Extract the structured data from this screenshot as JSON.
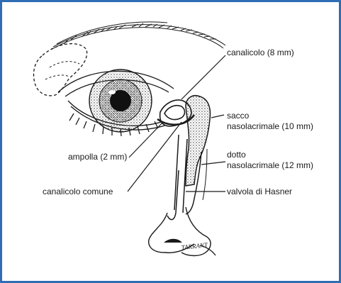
{
  "labels": {
    "canalicolo": "canalicolo (8 mm)",
    "sacco_line1": "sacco",
    "sacco_line2": "nasolacrimale (10 mm)",
    "dotto_line1": "dotto",
    "dotto_line2": "nasolacrimale (12 mm)",
    "valvola": "valvola di Hasner",
    "ampolla": "ampolla (2 mm)",
    "canalicolo_comune": "canalicolo comune"
  },
  "signature": "TARRANT",
  "colors": {
    "border": "#2f6db5",
    "ink": "#1a1a1a"
  }
}
